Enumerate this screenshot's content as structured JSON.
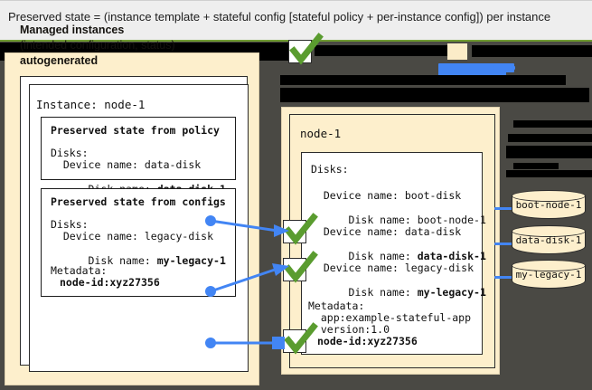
{
  "caption": {
    "text": "Preserved state = (instance template + stateful config [stateful policy + per-instance config]) per instance"
  },
  "colors": {
    "cream": "#fdefcc",
    "dark_bg": "#3f3e3a",
    "accent_green": "#6f9a31",
    "connector_blue": "#4285f4",
    "check_green": "#5a9c2f",
    "redaction": "#000000"
  },
  "left_panel": {
    "title": "Managed instances",
    "subtitle": "(intended configuration, status)",
    "autogenerated": "autogenerated",
    "instance_label": "Instance: node-1",
    "policy_box": {
      "heading": "Preserved state from policy",
      "disks_label": "Disks:",
      "device_name": "  Device name: data-disk",
      "disk_name_prefix": "  Disk name: ",
      "disk_name_value": "data-disk-1"
    },
    "configs_box": {
      "heading": "Preserved state from configs",
      "disks_label": "Disks:",
      "device_name": "  Device name: legacy-disk",
      "disk_name_prefix": "  Disk name: ",
      "disk_name_value": "my-legacy-1"
    },
    "metadata": {
      "label": "Metadata:",
      "entry": "node-id:xyz27356"
    }
  },
  "right_panel": {
    "node_title": "node-1",
    "disks_label": "Disks:",
    "disk_entries": [
      {
        "device": "  Device name: boot-disk",
        "name_prefix": "  Disk name: ",
        "name_value": "boot-node-1",
        "name_bold": false,
        "checked": false
      },
      {
        "device": "  Device name: data-disk",
        "name_prefix": "  Disk name: ",
        "name_value": "data-disk-1",
        "name_bold": true,
        "checked": true
      },
      {
        "device": "  Device name: legacy-disk",
        "name_prefix": "  Disk name: ",
        "name_value": "my-legacy-1",
        "name_bold": true,
        "checked": true
      }
    ],
    "metadata": {
      "label": "Metadata:",
      "lines": [
        "  app:example-stateful-app",
        "  version:1.0"
      ],
      "bold_line": "node-id:xyz27356"
    }
  },
  "cylinders": [
    {
      "label": "boot-node-1"
    },
    {
      "label": "data-disk-1"
    },
    {
      "label": "my-legacy-1"
    }
  ]
}
